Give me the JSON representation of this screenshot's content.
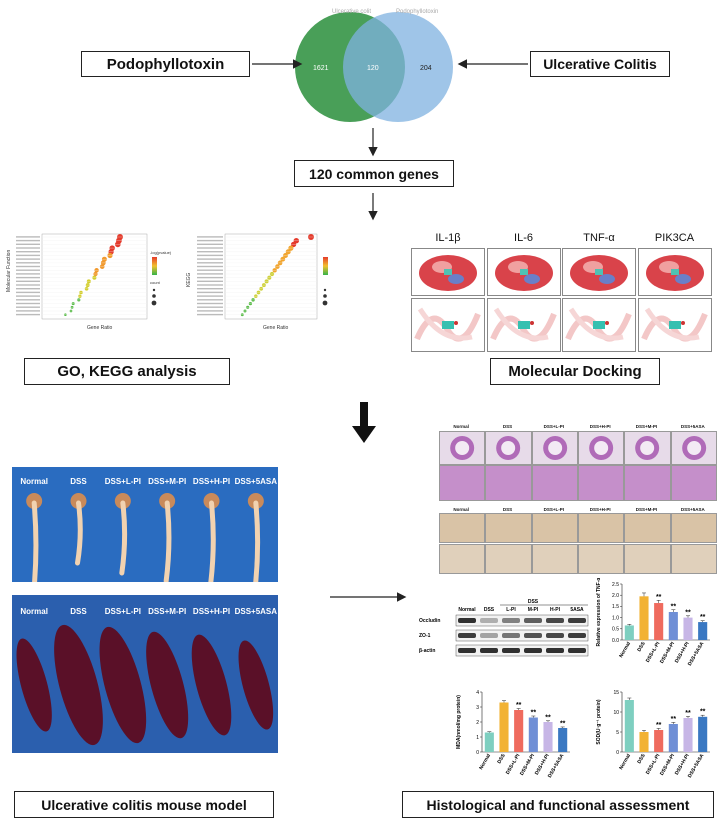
{
  "venn": {
    "left_label": "Ulcerative colit",
    "right_label": "Podophyllotoxin",
    "left_count": "1621",
    "overlap_count": "120",
    "right_count": "204",
    "left_color": "#3f9a4f",
    "right_color": "#7fb2e0"
  },
  "boxes": {
    "podophyllotoxin": "Podophyllotoxin",
    "ulcerative_colitis": "Ulcerative Colitis",
    "common_genes": "120 common genes",
    "go_kegg": "GO, KEGG analysis",
    "molecular_docking": "Molecular Docking",
    "mouse_model": "Ulcerative colitis mouse model",
    "histology": "Histological and functional assessment"
  },
  "docking": {
    "targets": [
      "IL-1β",
      "IL-6",
      "TNF-α",
      "PIK3CA"
    ]
  },
  "go_plot": {
    "ylabel": "Molecular Function",
    "xlabel": "Gene Ratio",
    "legend_title": "-log(pvalue)",
    "count_title": "count"
  },
  "kegg_plot": {
    "ylabel": "KEGG",
    "xlabel": "Gene Ratio"
  },
  "mouse_groups": [
    "Normal",
    "DSS",
    "DSS+L-PI",
    "DSS+M-PI",
    "DSS+H-PI",
    "DSS+5ASA"
  ],
  "histology_groups": [
    "Normal",
    "DSS",
    "DSS+L-PI",
    "DSS+H-PI",
    "DSS+M-PI",
    "DSS+5ASA"
  ],
  "ihc_groups": [
    "Normal",
    "DSS",
    "DSS+L-PI",
    "DSS+H-PI",
    "DSS+M-PI",
    "DSS+5ASA"
  ],
  "western": {
    "lanes": [
      "Normal",
      "DSS",
      "L-PI",
      "M-PI",
      "H-PI",
      "5ASA"
    ],
    "group_label": "DSS",
    "rows": [
      "Occludin",
      "ZO-1",
      "β-actin"
    ]
  },
  "chart_data": [
    {
      "type": "bar",
      "ylabel": "Relative expression of TNF-α",
      "categories": [
        "Normal",
        "DSS",
        "DSS+L-PI",
        "DSS+M-PI",
        "DSS+H-PI",
        "DSS+5ASA"
      ],
      "values": [
        0.65,
        1.95,
        1.65,
        1.25,
        1.0,
        0.8
      ],
      "errors": [
        0.05,
        0.15,
        0.12,
        0.1,
        0.08,
        0.06
      ],
      "sig": [
        "",
        "",
        "**",
        "**",
        "**",
        "**"
      ],
      "ylim": [
        0,
        2.5
      ],
      "yticks": [
        "0.0",
        "0.5",
        "1.0",
        "1.5",
        "2.0",
        "2.5"
      ]
    },
    {
      "type": "bar",
      "ylabel": "MDA(nmol/mg protein)",
      "categories": [
        "Normal",
        "DSS",
        "DSS+L-PI",
        "DSS+M-PI",
        "DSS+H-PI",
        "DSS+5ASA"
      ],
      "values": [
        1.3,
        3.3,
        2.8,
        2.3,
        2.0,
        1.6
      ],
      "errors": [
        0.05,
        0.12,
        0.1,
        0.1,
        0.08,
        0.07
      ],
      "sig": [
        "",
        "",
        "**",
        "**",
        "**",
        "**"
      ],
      "ylim": [
        0,
        4
      ],
      "yticks": [
        "0",
        "1",
        "2",
        "3",
        "4"
      ]
    },
    {
      "type": "bar",
      "ylabel": "SOD(U·g⁻¹ protein)",
      "categories": [
        "Normal",
        "DSS",
        "DSS+L-PI",
        "DSS+M-PI",
        "DSS+H-PI",
        "DSS+5ASA"
      ],
      "values": [
        13,
        5,
        5.5,
        7,
        8.5,
        8.8
      ],
      "errors": [
        0.5,
        0.4,
        0.4,
        0.4,
        0.4,
        0.4
      ],
      "sig": [
        "",
        "",
        "**",
        "**",
        "**",
        "**"
      ],
      "ylim": [
        0,
        15
      ],
      "yticks": [
        "0",
        "5",
        "10",
        "15"
      ]
    }
  ],
  "colors": {
    "bars": [
      "#7ecfc0",
      "#f2b233",
      "#ef6b5e",
      "#6f8fd6",
      "#c7b6e6",
      "#3a78c2"
    ],
    "mouse_bg": "#2a6cc0",
    "spleen_bg": "#2b5fae"
  }
}
